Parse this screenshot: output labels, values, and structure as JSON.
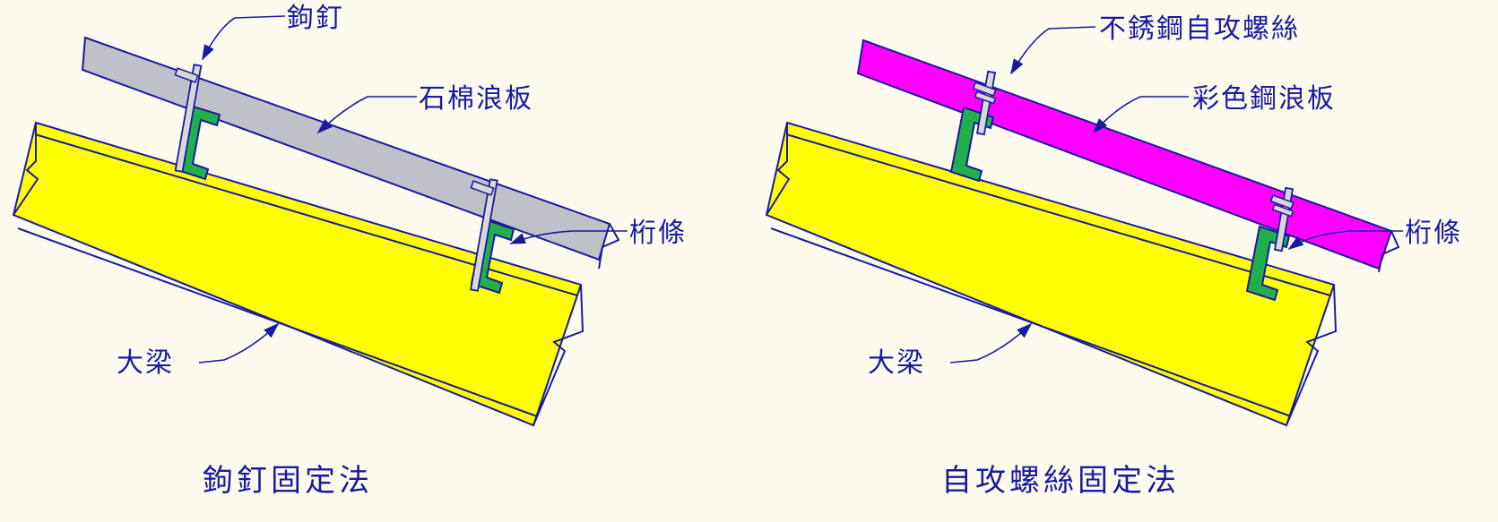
{
  "left": {
    "label_nail": "鉤釘",
    "label_panel": "石棉浪板",
    "label_purlin": "桁條",
    "label_beam": "大梁",
    "caption": "鉤釘固定法"
  },
  "right": {
    "label_screw": "不銹鋼自攻螺絲",
    "label_panel": "彩色鋼浪板",
    "label_purlin": "桁條",
    "label_beam": "大梁",
    "caption": "自攻螺絲固定法"
  },
  "colors": {
    "background": "#fdfbee",
    "beam": "#ffff00",
    "outline": "#1a1aa0",
    "purlin": "#22b04c",
    "asbestos_panel": "#c0c0c8",
    "steel_panel": "#ff00ff",
    "fastener": "#d8d8d8"
  }
}
